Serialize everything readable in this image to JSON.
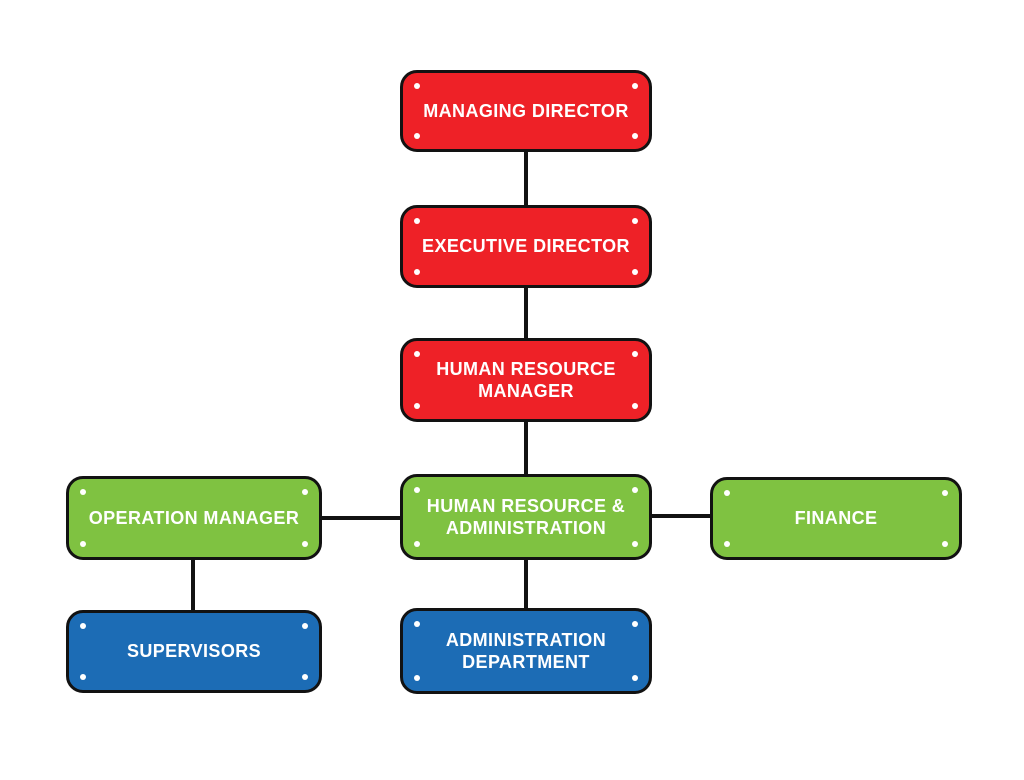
{
  "diagram": {
    "type": "org-chart",
    "nodes": [
      {
        "id": "managing-director",
        "label": "MANAGING DIRECTOR",
        "fill": "#EE2127",
        "level": 1
      },
      {
        "id": "executive-director",
        "label": "EXECUTIVE DIRECTOR",
        "fill": "#EE2127",
        "level": 2
      },
      {
        "id": "human-resource-manager",
        "label": "HUMAN RESOURCE\nMANAGER",
        "fill": "#EE2127",
        "level": 3
      },
      {
        "id": "operation-manager",
        "label": "OPERATION MANAGER",
        "fill": "#7FC241",
        "level": 4
      },
      {
        "id": "human-resource-administration",
        "label": "HUMAN RESOURCE &\nADMINISTRATION",
        "fill": "#7FC241",
        "level": 4
      },
      {
        "id": "finance",
        "label": "FINANCE",
        "fill": "#7FC241",
        "level": 4
      },
      {
        "id": "supervisors",
        "label": "SUPERVISORS",
        "fill": "#1C6CB5",
        "level": 5
      },
      {
        "id": "administration-department",
        "label": "ADMINISTRATION\nDEPARTMENT",
        "fill": "#1C6CB5",
        "level": 5
      }
    ],
    "edges": [
      {
        "from": "managing-director",
        "to": "executive-director"
      },
      {
        "from": "executive-director",
        "to": "human-resource-manager"
      },
      {
        "from": "human-resource-manager",
        "to": "human-resource-administration"
      },
      {
        "from": "operation-manager",
        "to": "human-resource-administration"
      },
      {
        "from": "human-resource-administration",
        "to": "finance"
      },
      {
        "from": "operation-manager",
        "to": "supervisors"
      },
      {
        "from": "human-resource-administration",
        "to": "administration-department"
      }
    ]
  },
  "colors": {
    "red": "#EE2127",
    "green": "#7FC241",
    "blue": "#1C6CB5",
    "line": "#121212",
    "border": "#121212",
    "text": "#FFFFFF",
    "background": "#FFFFFF"
  }
}
